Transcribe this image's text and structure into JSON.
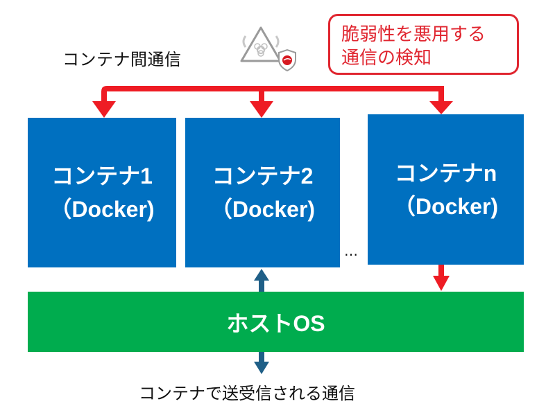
{
  "labels": {
    "inter_container": "コンテナ間通信",
    "alert": [
      "脆弱性を悪用する",
      "通信の検知"
    ],
    "ellipsis": "…",
    "bottom": "コンテナで送受信される通信"
  },
  "containers": [
    {
      "name": "コンテナ1",
      "runtime": "（Docker)"
    },
    {
      "name": "コンテナ2",
      "runtime": "（Docker)"
    },
    {
      "name": "コンテナn",
      "runtime": "（Docker)"
    }
  ],
  "host": {
    "label": "ホストOS"
  },
  "icons": {
    "threat": "biohazard-warning-icon",
    "shield": "shield-icon"
  },
  "colors": {
    "container": "#0070c0",
    "host": "#00ac4e",
    "alert": "#e0252f",
    "arrow_red": "#ee1c24",
    "arrow_blue": "#1f5f87",
    "icon_gray": "#a6a6a6"
  }
}
